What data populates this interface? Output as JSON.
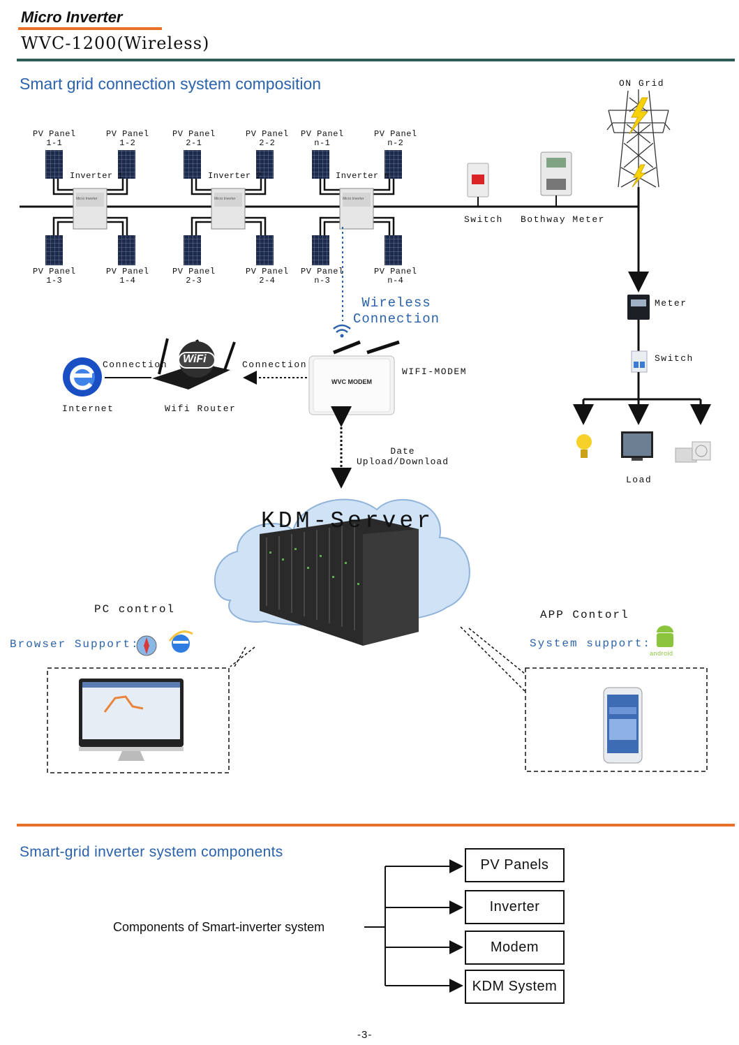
{
  "header": {
    "product_line": "Micro Inverter",
    "model": "WVC-1200(Wireless)"
  },
  "section1": {
    "title": "Smart grid connection system composition",
    "on_grid": "ON Grid",
    "panels": {
      "g1": [
        "PV Panel",
        "1-1",
        "PV Panel",
        "1-2",
        "PV Panel",
        "1-3",
        "PV Panel",
        "1-4"
      ],
      "g2": [
        "PV Panel",
        "2-1",
        "PV Panel",
        "2-2",
        "PV Panel",
        "2-3",
        "PV Panel",
        "2-4"
      ],
      "g3": [
        "PV Panel",
        "n-1",
        "PV Panel",
        "n-2",
        "PV Panel",
        "n-3",
        "PV Panel",
        "n-4"
      ]
    },
    "inverters": [
      "Inverter 1",
      "Inverter 2",
      "Inverter n"
    ],
    "inverter_brand": "Micro Inverter",
    "switch": "Switch",
    "bothway_meter": "Bothway Meter",
    "meter": "Meter",
    "switch2": "Switch",
    "load": "Load",
    "wireless": [
      "Wireless",
      "Connection"
    ],
    "wifi_modem": "WIFI-MODEM",
    "modem_brand": "WVC MODEM",
    "connection_left": "Connection",
    "connection_right": "Connection",
    "internet": "Internet",
    "wifi_router": "Wifi Router",
    "wifi_logo": "WiFi",
    "data_transfer": [
      "Date",
      "Upload/Download"
    ],
    "server": "KDM-Server",
    "pc_control": "PC control",
    "browser_support": "Browser Support:",
    "app_control": "APP Contorl",
    "system_support": "System support:",
    "android_logo": "android",
    "colors": {
      "blue": "#2a62ab",
      "teal": "#2e5a57",
      "orange": "#e8702a",
      "cloud": "#cfe2f6"
    }
  },
  "section2": {
    "title": "Smart-grid inverter system components",
    "source": "Components of Smart-inverter system",
    "components": [
      "PV Panels",
      "Inverter",
      "Modem",
      "KDM System"
    ]
  },
  "footer": {
    "page_number": "-3-"
  }
}
